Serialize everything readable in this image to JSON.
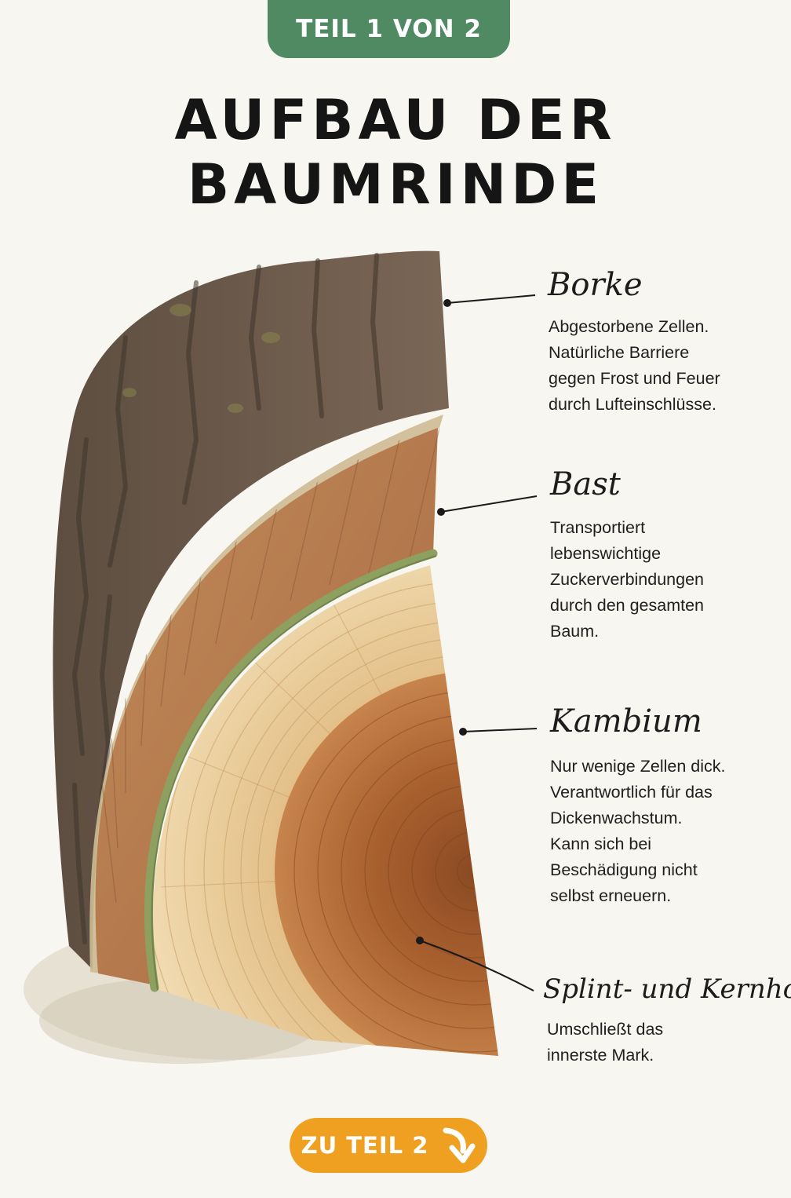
{
  "badge": {
    "text": "TEIL 1 VON 2"
  },
  "title": {
    "line1": "AUFBAU DER",
    "line2": "BAUMRINDE"
  },
  "layers": [
    {
      "label": "Borke",
      "lines": [
        "Abgestorbene Zellen.",
        "Natürliche Barriere",
        "gegen Frost und Feuer",
        "durch Lufteinschlüsse."
      ]
    },
    {
      "label": "Bast",
      "lines": [
        "Transportiert",
        "lebenswichtige",
        "Zuckerverbindungen",
        "durch den gesamten",
        "Baum."
      ]
    },
    {
      "label": "Kambium",
      "lines": [
        "Nur wenige Zellen dick.",
        "Verantwortlich für das",
        "Dickenwachstum.",
        "Kann sich bei",
        "Beschädigung nicht",
        "selbst erneuern."
      ]
    },
    {
      "label": "Splint- und Kernholz",
      "lines": [
        "Umschließt das",
        "innerste Mark."
      ]
    }
  ],
  "cta": {
    "label": "ZU TEIL 2",
    "icon": "arrow-down-right-icon"
  },
  "colors": {
    "badge": "#4f8a63",
    "cta": "#f0a020",
    "bark": "#6e5c4a",
    "bast": "#b57a4e",
    "cambium": "#8ea060",
    "sapwood": "#ecd3a3",
    "heartwood": "#b26a38"
  }
}
